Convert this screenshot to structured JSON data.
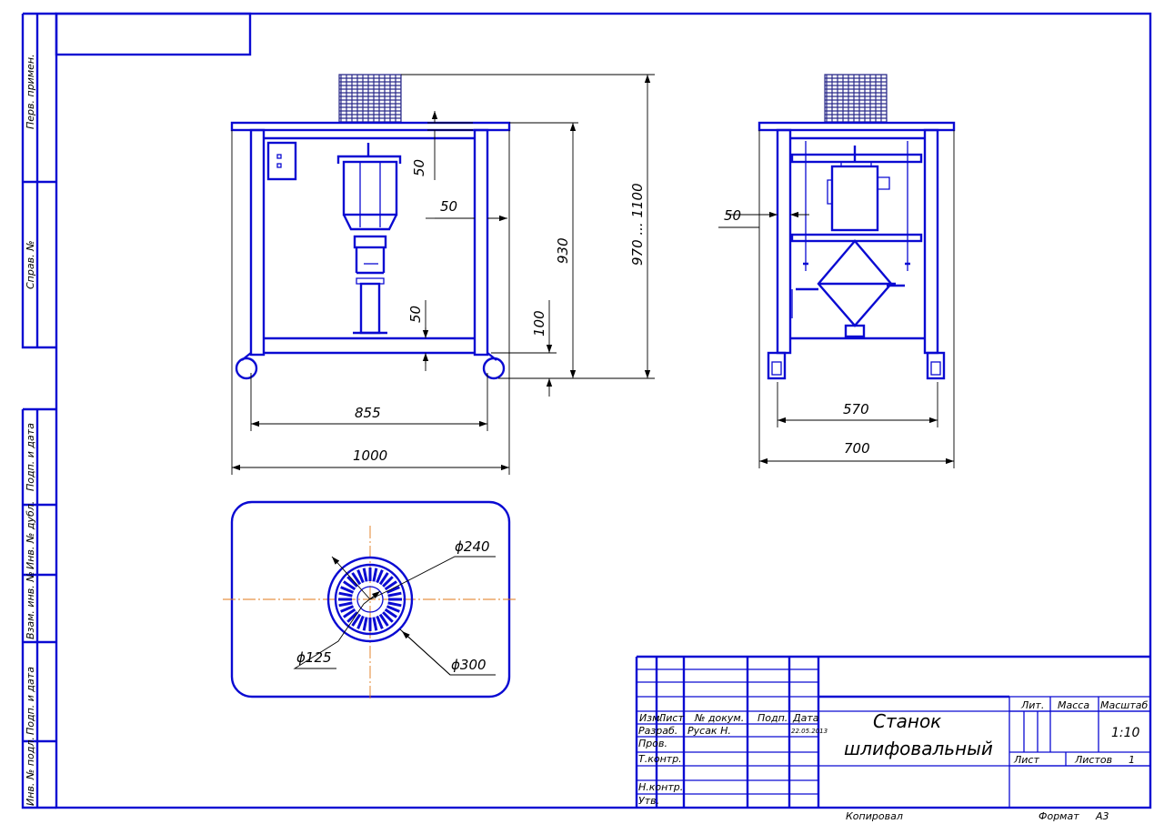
{
  "side_stamp": {
    "perv_primen": "Перв. примен.",
    "sprav_no": "Справ. №",
    "podp_data_1": "Подп. и дата",
    "inv_dubl": "Инв. № дубл.",
    "vzam_inv": "Взам. инв. №",
    "podp_data_2": "Подп. и дата",
    "inv_podl": "Инв. № подл."
  },
  "dimensions": {
    "front": {
      "d50_top": "50",
      "d50_mid": "50",
      "d50_low": "50",
      "d100": "100",
      "d930": "930",
      "d970_1100": "970 ... 1100",
      "d855": "855",
      "d1000": "1000"
    },
    "side": {
      "d50": "50",
      "d570": "570",
      "d700": "700"
    },
    "top": {
      "dia240": "ϕ240",
      "dia125": "ϕ125",
      "dia300": "ϕ300"
    }
  },
  "title_block": {
    "izm": "Изм.",
    "list": "Лист",
    "no_dokum": "№ докум.",
    "podp": "Подп.",
    "data": "Дата",
    "razrab": "Разраб.",
    "prov": "Пров.",
    "t_kontr": "Т.контр.",
    "n_kontr": "Н.контр.",
    "utv": "Утв.",
    "author": "Русак Н.",
    "date_value": "22.05.2013",
    "title_line1": "Станок",
    "title_line2": "шлифовальный",
    "lit": "Лит.",
    "massa": "Масса",
    "masshtab": "Масштаб",
    "scale_value": "1:10",
    "sheet_label": "Лист",
    "sheets_label": "Листов",
    "sheets_value": "1"
  },
  "footer": {
    "kopiroval": "Копировал",
    "format": "Формат",
    "format_value": "А3"
  },
  "colors": {
    "drawing_lines": "#0a0ad2",
    "dimension_lines": "#000000",
    "center_lines": "#e07a1a"
  }
}
